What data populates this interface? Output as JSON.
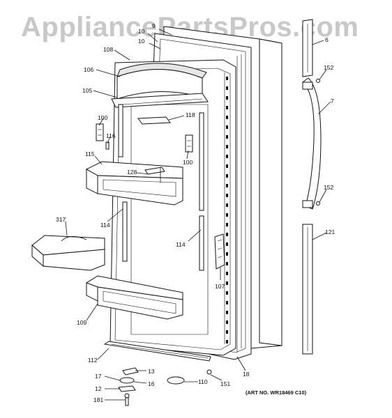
{
  "watermark": "AppliancePartsPros.com",
  "art_number": "(ART NO. WR18469 C10)",
  "callouts": [
    {
      "id": "c-9",
      "label": "9"
    },
    {
      "id": "c-10",
      "label": "10"
    },
    {
      "id": "c-10b",
      "label": "10"
    },
    {
      "id": "c-108",
      "label": "108"
    },
    {
      "id": "c-106",
      "label": "106"
    },
    {
      "id": "c-105",
      "label": "105"
    },
    {
      "id": "c-100a",
      "label": "100"
    },
    {
      "id": "c-116",
      "label": "116"
    },
    {
      "id": "c-118",
      "label": "118"
    },
    {
      "id": "c-100b",
      "label": "100"
    },
    {
      "id": "c-115",
      "label": "115"
    },
    {
      "id": "c-128",
      "label": "128"
    },
    {
      "id": "c-317",
      "label": "317"
    },
    {
      "id": "c-114a",
      "label": "114"
    },
    {
      "id": "c-114b",
      "label": "114"
    },
    {
      "id": "c-107",
      "label": "107"
    },
    {
      "id": "c-109",
      "label": "109"
    },
    {
      "id": "c-112",
      "label": "112"
    },
    {
      "id": "c-13",
      "label": "13"
    },
    {
      "id": "c-17",
      "label": "17"
    },
    {
      "id": "c-16",
      "label": "16"
    },
    {
      "id": "c-12",
      "label": "12"
    },
    {
      "id": "c-181",
      "label": "181"
    },
    {
      "id": "c-110",
      "label": "110"
    },
    {
      "id": "c-151",
      "label": "151"
    },
    {
      "id": "c-18",
      "label": "18"
    },
    {
      "id": "c-6",
      "label": "6"
    },
    {
      "id": "c-152a",
      "label": "152"
    },
    {
      "id": "c-7",
      "label": "7"
    },
    {
      "id": "c-152b",
      "label": "152"
    },
    {
      "id": "c-121",
      "label": "121"
    }
  ]
}
